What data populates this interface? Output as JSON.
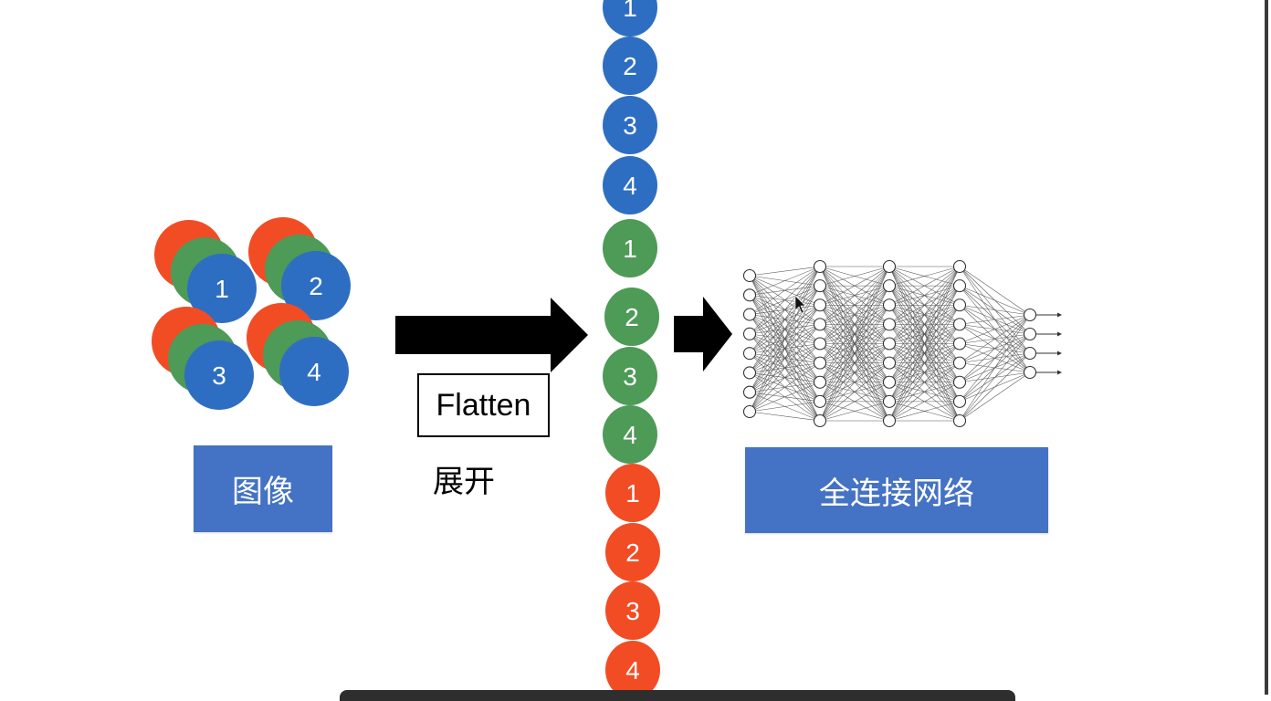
{
  "colors": {
    "red": "#f24c24",
    "green": "#4e9a57",
    "blue": "#2e6ec2",
    "label_box": "#4472c4"
  },
  "image_group": {
    "pixels": [
      "1",
      "2",
      "3",
      "4"
    ],
    "label": "图像"
  },
  "flatten": {
    "label_en": "Flatten",
    "label_cn": "展开"
  },
  "column": {
    "blue": [
      "1",
      "2",
      "3",
      "4"
    ],
    "green": [
      "1",
      "2",
      "3",
      "4"
    ],
    "red": [
      "1",
      "2",
      "3",
      "4"
    ]
  },
  "network": {
    "label": "全连接网络",
    "layer_sizes": [
      8,
      9,
      9,
      9,
      4
    ]
  },
  "icons": [
    "arrow-right-icon",
    "cursor-icon"
  ]
}
